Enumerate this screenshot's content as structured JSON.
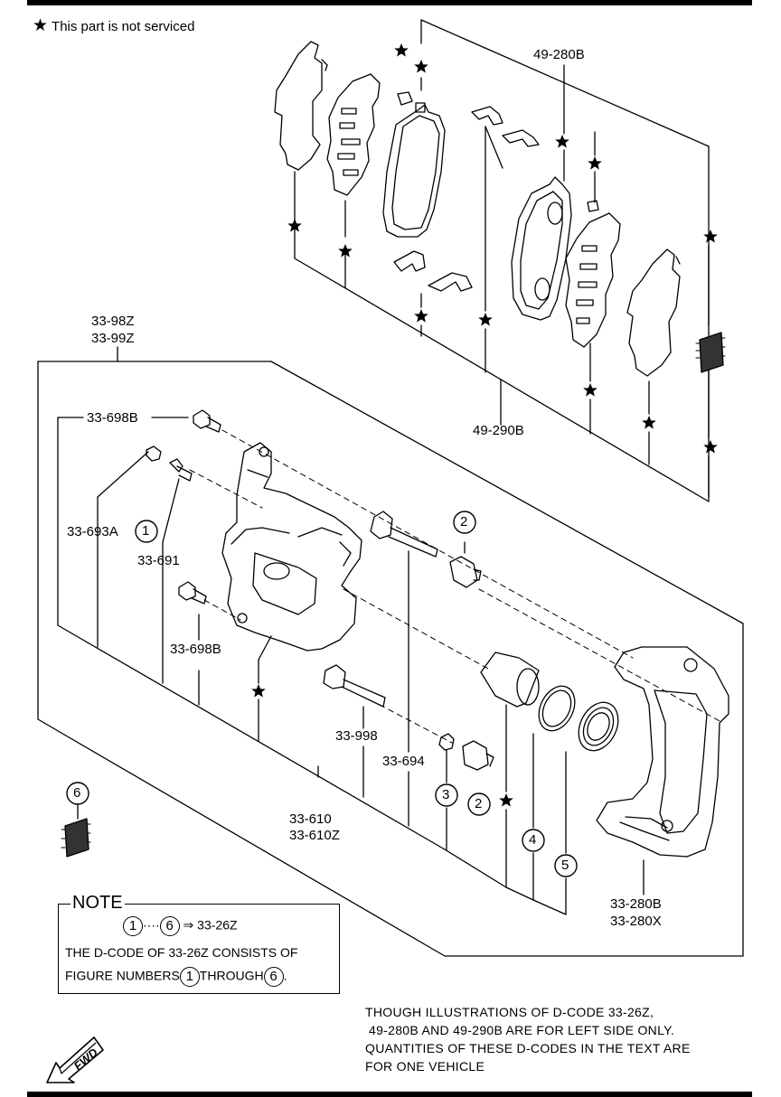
{
  "legend": {
    "star_symbol": "★",
    "text": "This part is not serviced"
  },
  "parts": {
    "p49_280B": "49-280B",
    "p49_290B": "49-290B",
    "p33_98Z": "33-98Z",
    "p33_99Z": "33-99Z",
    "p33_698B_top": "33-698B",
    "p33_693A": "33-693A",
    "p33_691": "33-691",
    "p33_698B_bottom": "33-698B",
    "p33_998": "33-998",
    "p33_694": "33-694",
    "p33_610": "33-610",
    "p33_610Z": "33-610Z",
    "p33_280B": "33-280B",
    "p33_280X": "33-280X"
  },
  "figure_numbers": [
    "1",
    "2",
    "2",
    "3",
    "4",
    "5",
    "6"
  ],
  "note": {
    "title": "NOTE",
    "range_from": "1",
    "range_sep": "····",
    "range_to": "6",
    "arrow": "⇒",
    "range_code": "33-26Z",
    "line2": "THE D-CODE OF  33-26Z  CONSISTS OF",
    "line3_a": "FIGURE NUMBERS",
    "line3_from": "1",
    "line3_b": "THROUGH",
    "line3_to": "6",
    "line3_end": "."
  },
  "disclaimer": {
    "line1": "THOUGH  ILLUSTRATIONS  OF  D-CODE 33-26Z,",
    "line2": "49-280B AND  49-290B ARE FOR LEFT SIDE ONLY.",
    "line3": "QUANTITIES  OF  THESE  D-CODES  IN  THE TEXT  ARE",
    "line4": "FOR  ONE  VEHICLE"
  },
  "fwd_label": "FWD"
}
